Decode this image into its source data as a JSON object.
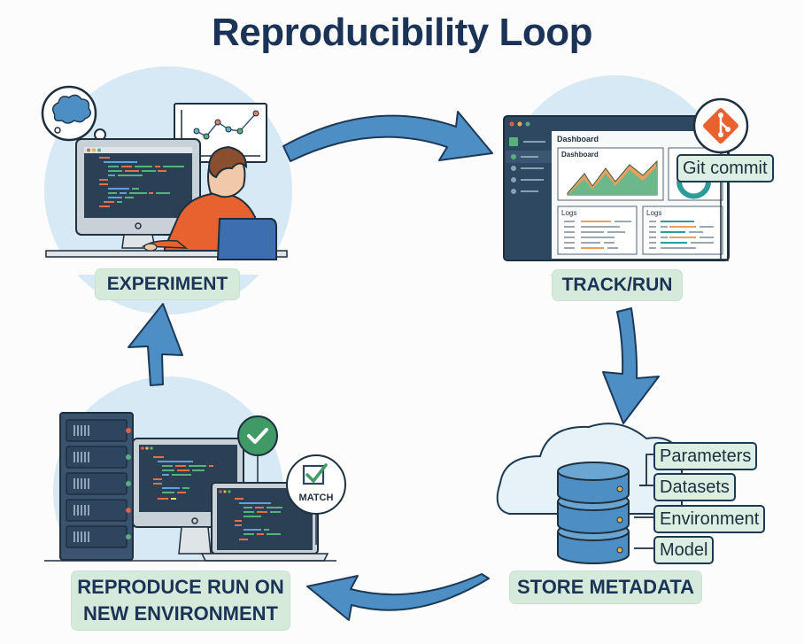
{
  "title": "Reproducibility Loop",
  "stages": {
    "experiment": {
      "label": "EXPERIMENT"
    },
    "track": {
      "label": "TRACK/RUN",
      "dashboard_title": "Dashboard",
      "chart_title": "Dashboard",
      "logs_left_title": "Logs",
      "logs_right_title": "Logs",
      "git_tag": "Git commit"
    },
    "store": {
      "label": "STORE METADATA",
      "tags": [
        "Parameters",
        "Datasets",
        "Environment",
        "Model"
      ]
    },
    "reproduce": {
      "label_line1": "REPRODUCE RUN ON",
      "label_line2": "NEW ENVIRONMENT",
      "match_badge": "MATCH"
    }
  },
  "colors": {
    "title": "#1b3356",
    "arrow": "#4d8fc4",
    "arrow_outline": "#1c3a57",
    "label_bg": "#d6eadb",
    "circle_bg": "#d7e9f4",
    "accent_orange": "#e8622f",
    "accent_green": "#3f9a66"
  }
}
